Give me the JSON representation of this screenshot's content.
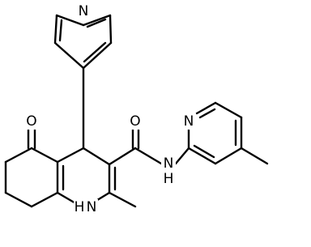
{
  "structure": {
    "atoms": {
      "pyridinyl_N": "N",
      "ketone_O": "O",
      "amide_O": "O",
      "amide_NH": "N",
      "amide_H": "H",
      "methylpyridine_N": "N",
      "ring_NH_H": "H",
      "ring_NH_N": "N"
    }
  }
}
